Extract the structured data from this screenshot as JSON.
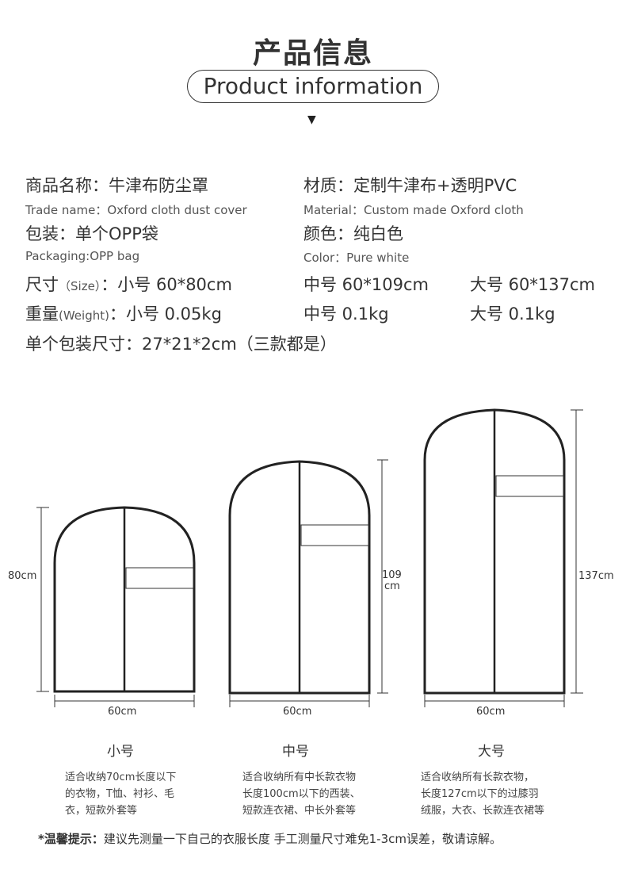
{
  "header": {
    "title_cn": "产品信息",
    "title_en": "Product information"
  },
  "specs": {
    "name_cn": "商品名称：牛津布防尘罩",
    "name_en": "Trade name：Oxford cloth dust cover",
    "material_cn": "材质：定制牛津布+透明PVC",
    "material_en": "Material：Custom made Oxford cloth",
    "packaging_cn": "包装：单个OPP袋",
    "packaging_en": "Packaging:OPP bag",
    "color_cn": "颜色：纯白色",
    "color_en": "Color：Pure white",
    "size_label_cn": "尺寸",
    "size_label_en": "（Size）",
    "size_small": "：小号 60*80cm",
    "size_medium": "中号 60*109cm",
    "size_large": "大号 60*137cm",
    "weight_label": "重量",
    "weight_label_en": "(Weight)",
    "weight_small": "：小号 0.05kg",
    "weight_medium": "中号 0.1kg",
    "weight_large": "大号 0.1kg",
    "package_size": "单个包装尺寸：27*21*2cm（三款都是）"
  },
  "covers": [
    {
      "height_label": "80cm",
      "width_label": "60cm",
      "name": "小号",
      "desc": [
        "适合收纳70cm长度以下",
        "的衣物，T恤、衬衫、毛",
        "衣，短款外套等"
      ]
    },
    {
      "height_label_1": "109",
      "height_label_2": "cm",
      "width_label": "60cm",
      "name": "中号",
      "desc": [
        "适合收纳所有中长款衣物",
        "长度100cm以下的西装、",
        "短款连衣裙、中长外套等"
      ]
    },
    {
      "height_label": "137cm",
      "width_label": "60cm",
      "name": "大号",
      "desc": [
        "适合收纳所有长款衣物，",
        "长度127cm以下的过膝羽",
        "绒服，大衣、长款连衣裙等"
      ]
    }
  ],
  "footer": {
    "note_bold": "*温馨提示：",
    "note_text": "建议先测量一下自己的衣服长度  手工测量尺寸难免1-3cm误差，敬请谅解。"
  }
}
